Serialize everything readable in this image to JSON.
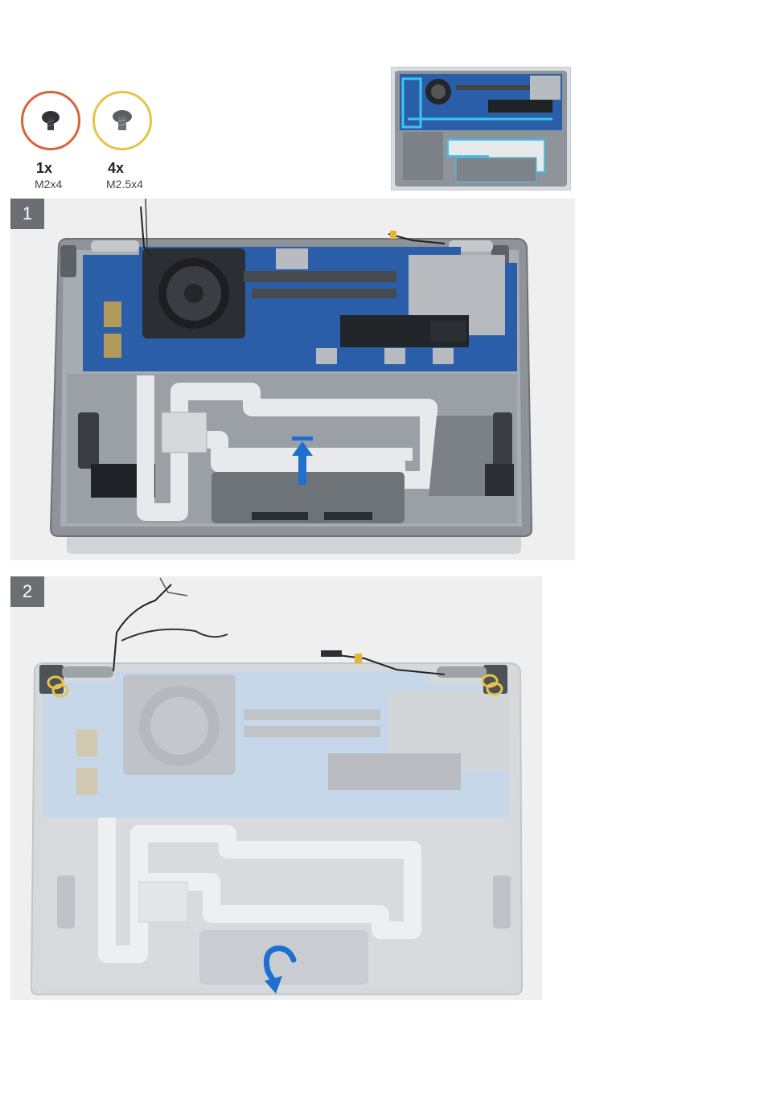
{
  "screws": [
    {
      "count": "1x",
      "size": "M2x4",
      "ring_color": "#d9633a",
      "head_color": "#2f3237",
      "icon": "screw-m2x4-icon"
    },
    {
      "count": "4x",
      "size": "M2.5x4",
      "ring_color": "#e6c44a",
      "head_color": "#5b5e63",
      "icon": "screw-m2-5x4-icon"
    }
  ],
  "steps": [
    {
      "number": "1",
      "arrow": "push-up-arrow-icon",
      "arrow_color": "#1f6fd1"
    },
    {
      "number": "2",
      "arrow": "rotate-curved-arrow-icon",
      "arrow_color": "#1f6fd1"
    }
  ],
  "colors": {
    "board_blue": "#2a5ea8",
    "chassis_gray": "#9aa0a6",
    "cable_white": "#e8e9ea",
    "highlight_cyan": "#3ec4f0"
  }
}
